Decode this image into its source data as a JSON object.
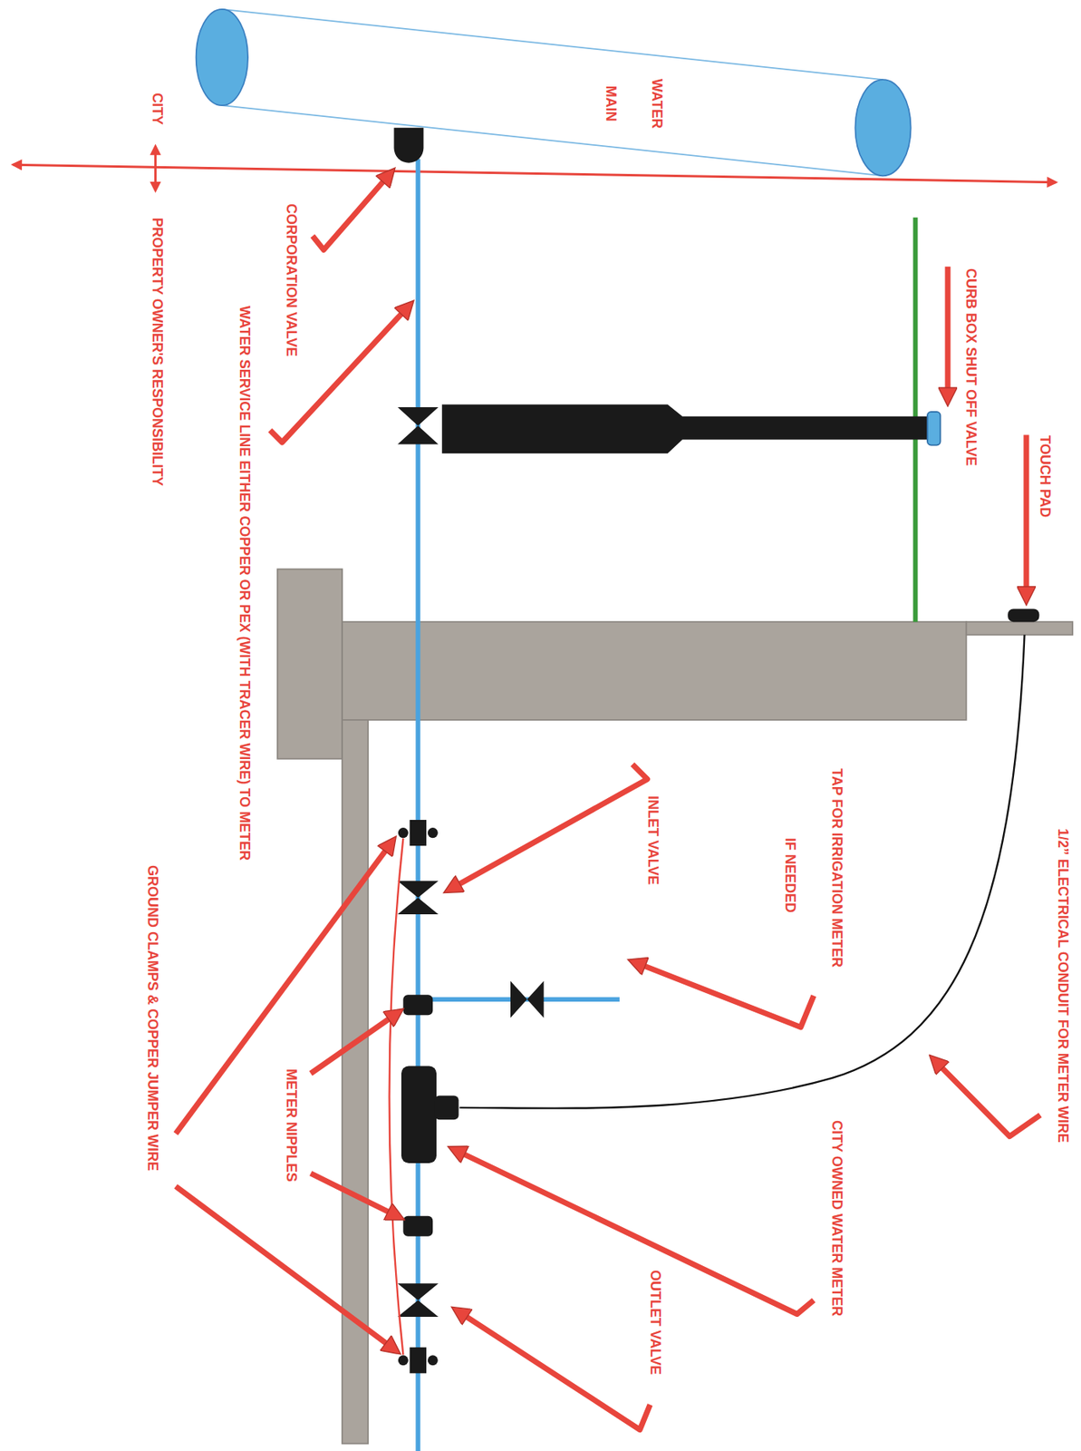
{
  "diagram": {
    "labels": [
      "WATER MAIN",
      "CITY",
      "PROPERTY OWNER'S RESPONSIBILITY",
      "CORPORATION VALVE",
      "WATER SERVICE LINE EITHER COPPER OR PEX (WITH TRACER WIRE) TO METER",
      "CURB BOX SHUT OFF VALVE",
      "TOUCH PAD",
      "INLET VALVE",
      "TAP FOR IRRIGATION METER",
      "IF NEEDED",
      "1/2” ELECTRICAL CONDUIT FOR METER WIRE",
      "METER NIPPLES",
      "CITY OWNED WATER METER",
      "OUTLET VALVE",
      "GROUND CLAMPS & COPPER JUMPER WIRE"
    ]
  }
}
